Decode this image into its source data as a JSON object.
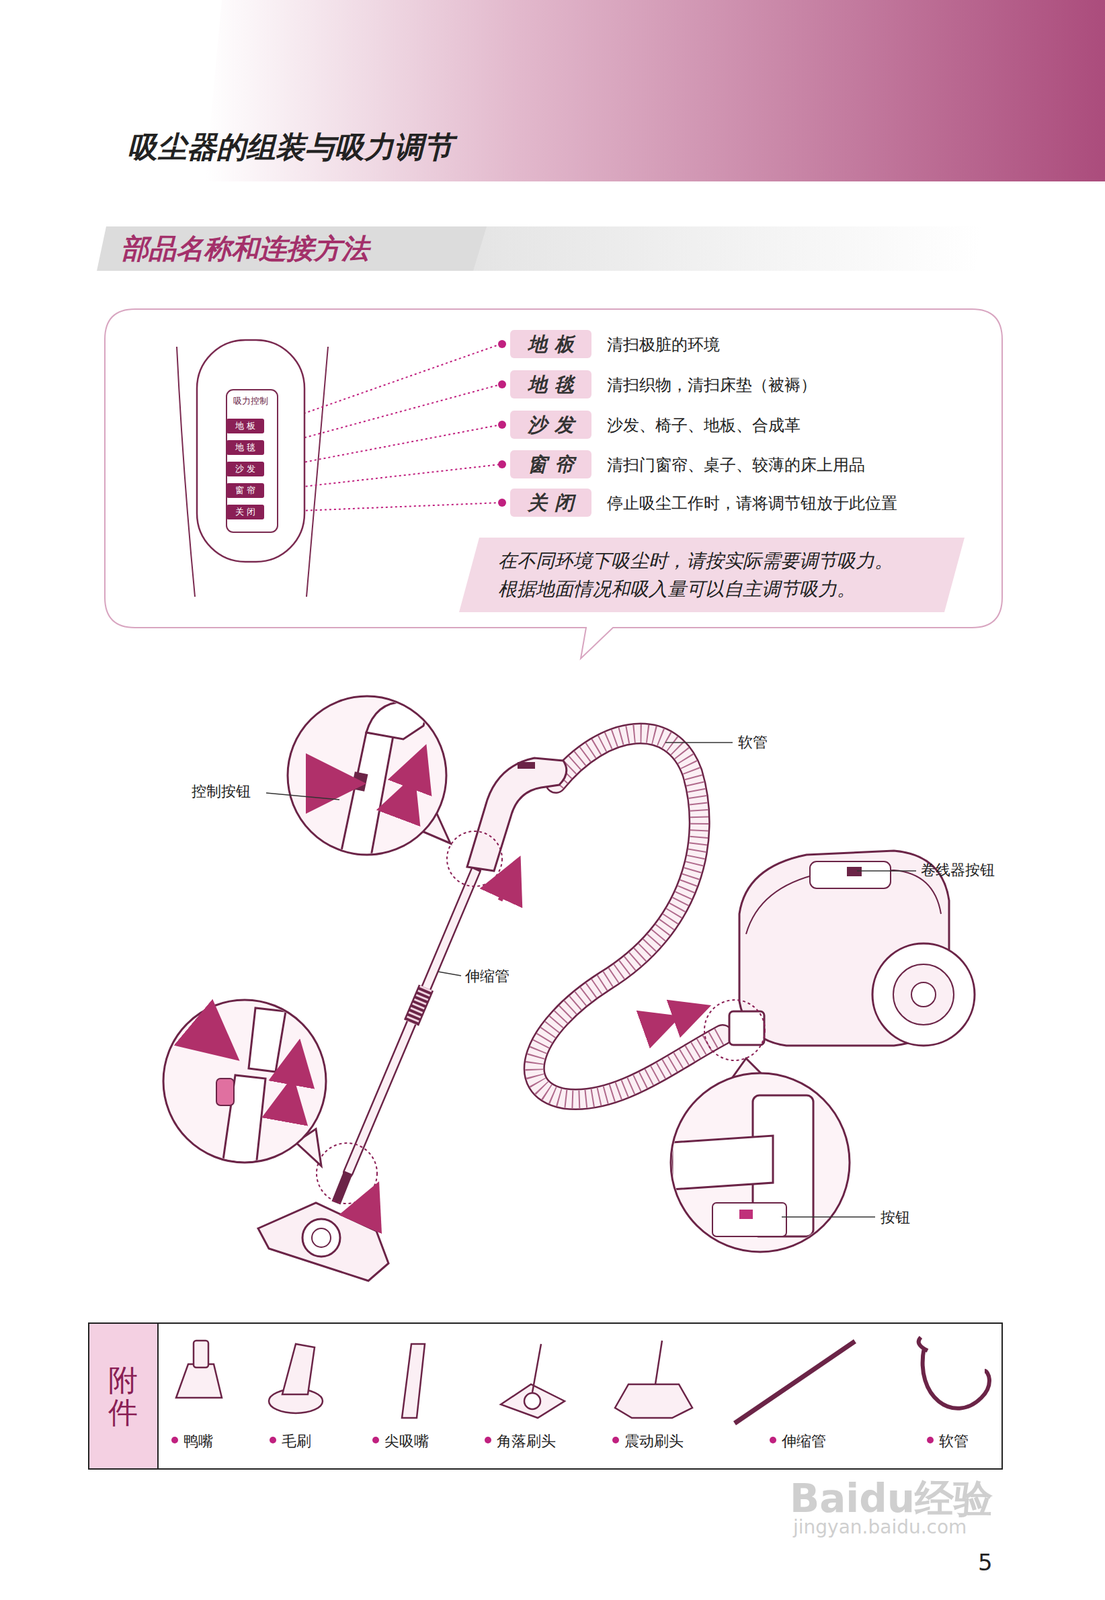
{
  "diagram": {
    "title": "吸尘器的组装与吸力调节",
    "nodes": [
      {
        "text": [
          "部品名称和连接方法"
        ]
      },
      {
        "text": [
          "吸力控制"
        ]
      },
      {
        "text": [
          "地 板"
        ],
        "in": 1
      },
      {
        "text": [
          "地 毯"
        ],
        "in": 1
      },
      {
        "text": [
          "沙 发"
        ],
        "in": 1
      },
      {
        "text": [
          "窗 帘"
        ],
        "in": 1
      },
      {
        "text": [
          "关 闭"
        ],
        "in": 1
      },
      {
        "text": [
          "地 板"
        ]
      },
      {
        "text": [
          "地 毯"
        ]
      },
      {
        "text": [
          "沙 发"
        ]
      },
      {
        "text": [
          "窗 帘"
        ]
      },
      {
        "text": [
          "关 闭"
        ]
      },
      {
        "text": [
          "在不同环境下吸尘时，请按实际需要调节吸力。",
          "根据地面情况和吸入量可以自主调节吸力。"
        ]
      }
    ],
    "edges": [
      {
        "from": 2,
        "to": 7,
        "arrow": "none"
      },
      {
        "from": 3,
        "to": 8,
        "arrow": "none"
      },
      {
        "from": 4,
        "to": 9,
        "arrow": "none"
      },
      {
        "from": 5,
        "to": 10,
        "arrow": "none"
      },
      {
        "from": 6,
        "to": 11,
        "arrow": "none"
      }
    ],
    "labels": [
      "清扫极脏的环境",
      "清扫织物，清扫床垫（被褥）",
      "沙发、椅子、地板、合成革",
      "清扫门窗帘、桌子、较薄的床上用品",
      "停止吸尘工作时，请将调节钮放于此位置",
      "软管",
      "控制按钮",
      "卷线器按钮",
      "伸缩管",
      "按钮",
      "附件",
      "鸭嘴",
      "毛刷",
      "尖吸嘴",
      "角落刷头",
      "震动刷头",
      "伸缩管",
      "软管",
      "Baidu经验",
      "jingyan.baidu.com",
      "5"
    ]
  }
}
